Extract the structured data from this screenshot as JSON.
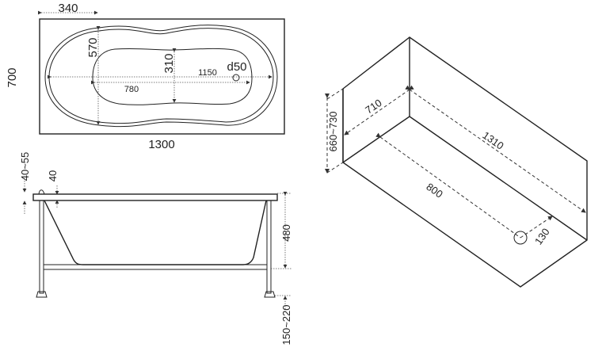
{
  "top_view": {
    "width_offset": "340",
    "width": "700",
    "length": "1300",
    "bowl_width": "570",
    "inner_width": "310",
    "inner_length": "1150",
    "drain": "d50",
    "bottom_length": "780"
  },
  "side_view": {
    "rim_range": "40~55",
    "rim": "40",
    "depth": "480",
    "leg_height": "150~220"
  },
  "iso_view": {
    "height": "660~730",
    "width": "710",
    "length": "1310",
    "drain_from_end": "800",
    "drain_from_side": "130"
  }
}
